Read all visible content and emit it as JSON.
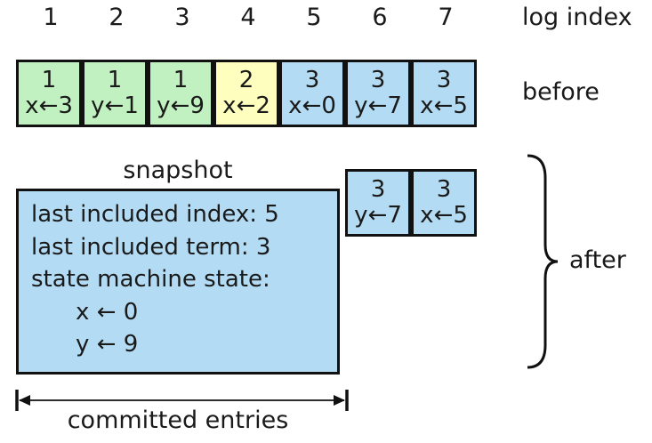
{
  "log_index_label": "log index",
  "before_label": "before",
  "after_label": "after",
  "snapshot_label": "snapshot",
  "committed_label": "committed entries",
  "indices": [
    "1",
    "2",
    "3",
    "4",
    "5",
    "6",
    "7"
  ],
  "colors": {
    "term1": "#c1f1c1",
    "term2": "#fefebe",
    "term3": "#b3dcf4"
  },
  "before_entries": [
    {
      "term": "1",
      "cmd": "x←3"
    },
    {
      "term": "1",
      "cmd": "y←1"
    },
    {
      "term": "1",
      "cmd": "y←9"
    },
    {
      "term": "2",
      "cmd": "x←2"
    },
    {
      "term": "3",
      "cmd": "x←0"
    },
    {
      "term": "3",
      "cmd": "y←7"
    },
    {
      "term": "3",
      "cmd": "x←5"
    }
  ],
  "after_entries": [
    {
      "term": "3",
      "cmd": "y←7"
    },
    {
      "term": "3",
      "cmd": "x←5"
    }
  ],
  "snapshot": {
    "line1": "last included index: 5",
    "line2": "last included term: 3",
    "line3": "state machine state:",
    "state_x": "x ← 0",
    "state_y": "y ← 9"
  }
}
